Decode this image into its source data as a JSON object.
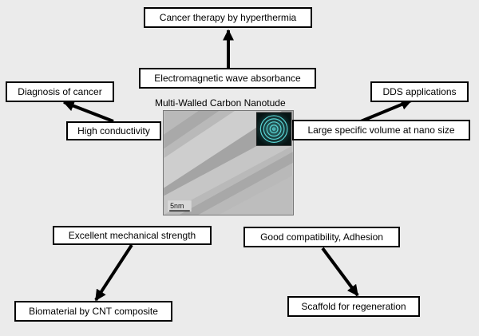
{
  "title": "Multi-Walled Carbon Nanotude",
  "scale_bar_label": "5nm",
  "nodes": {
    "cancer_therapy": "Cancer therapy by hyperthermia",
    "em_wave": "Electromagnetic wave absorbance",
    "diagnosis": "Diagnosis of cancer",
    "high_conductivity": "High conductivity",
    "dds_applications": "DDS applications",
    "large_specific_volume": "Large specific volume at nano size",
    "mechanical_strength": "Excellent mechanical strength",
    "biomaterial": "Biomaterial by CNT composite",
    "good_compatibility": "Good compatibility, Adhesion",
    "scaffold": "Scaffold for regeneration"
  },
  "colors": {
    "background": "#ebebeb",
    "box_fill": "#ffffff",
    "stroke": "#000000",
    "inset_glow": "#5ad6d6"
  }
}
